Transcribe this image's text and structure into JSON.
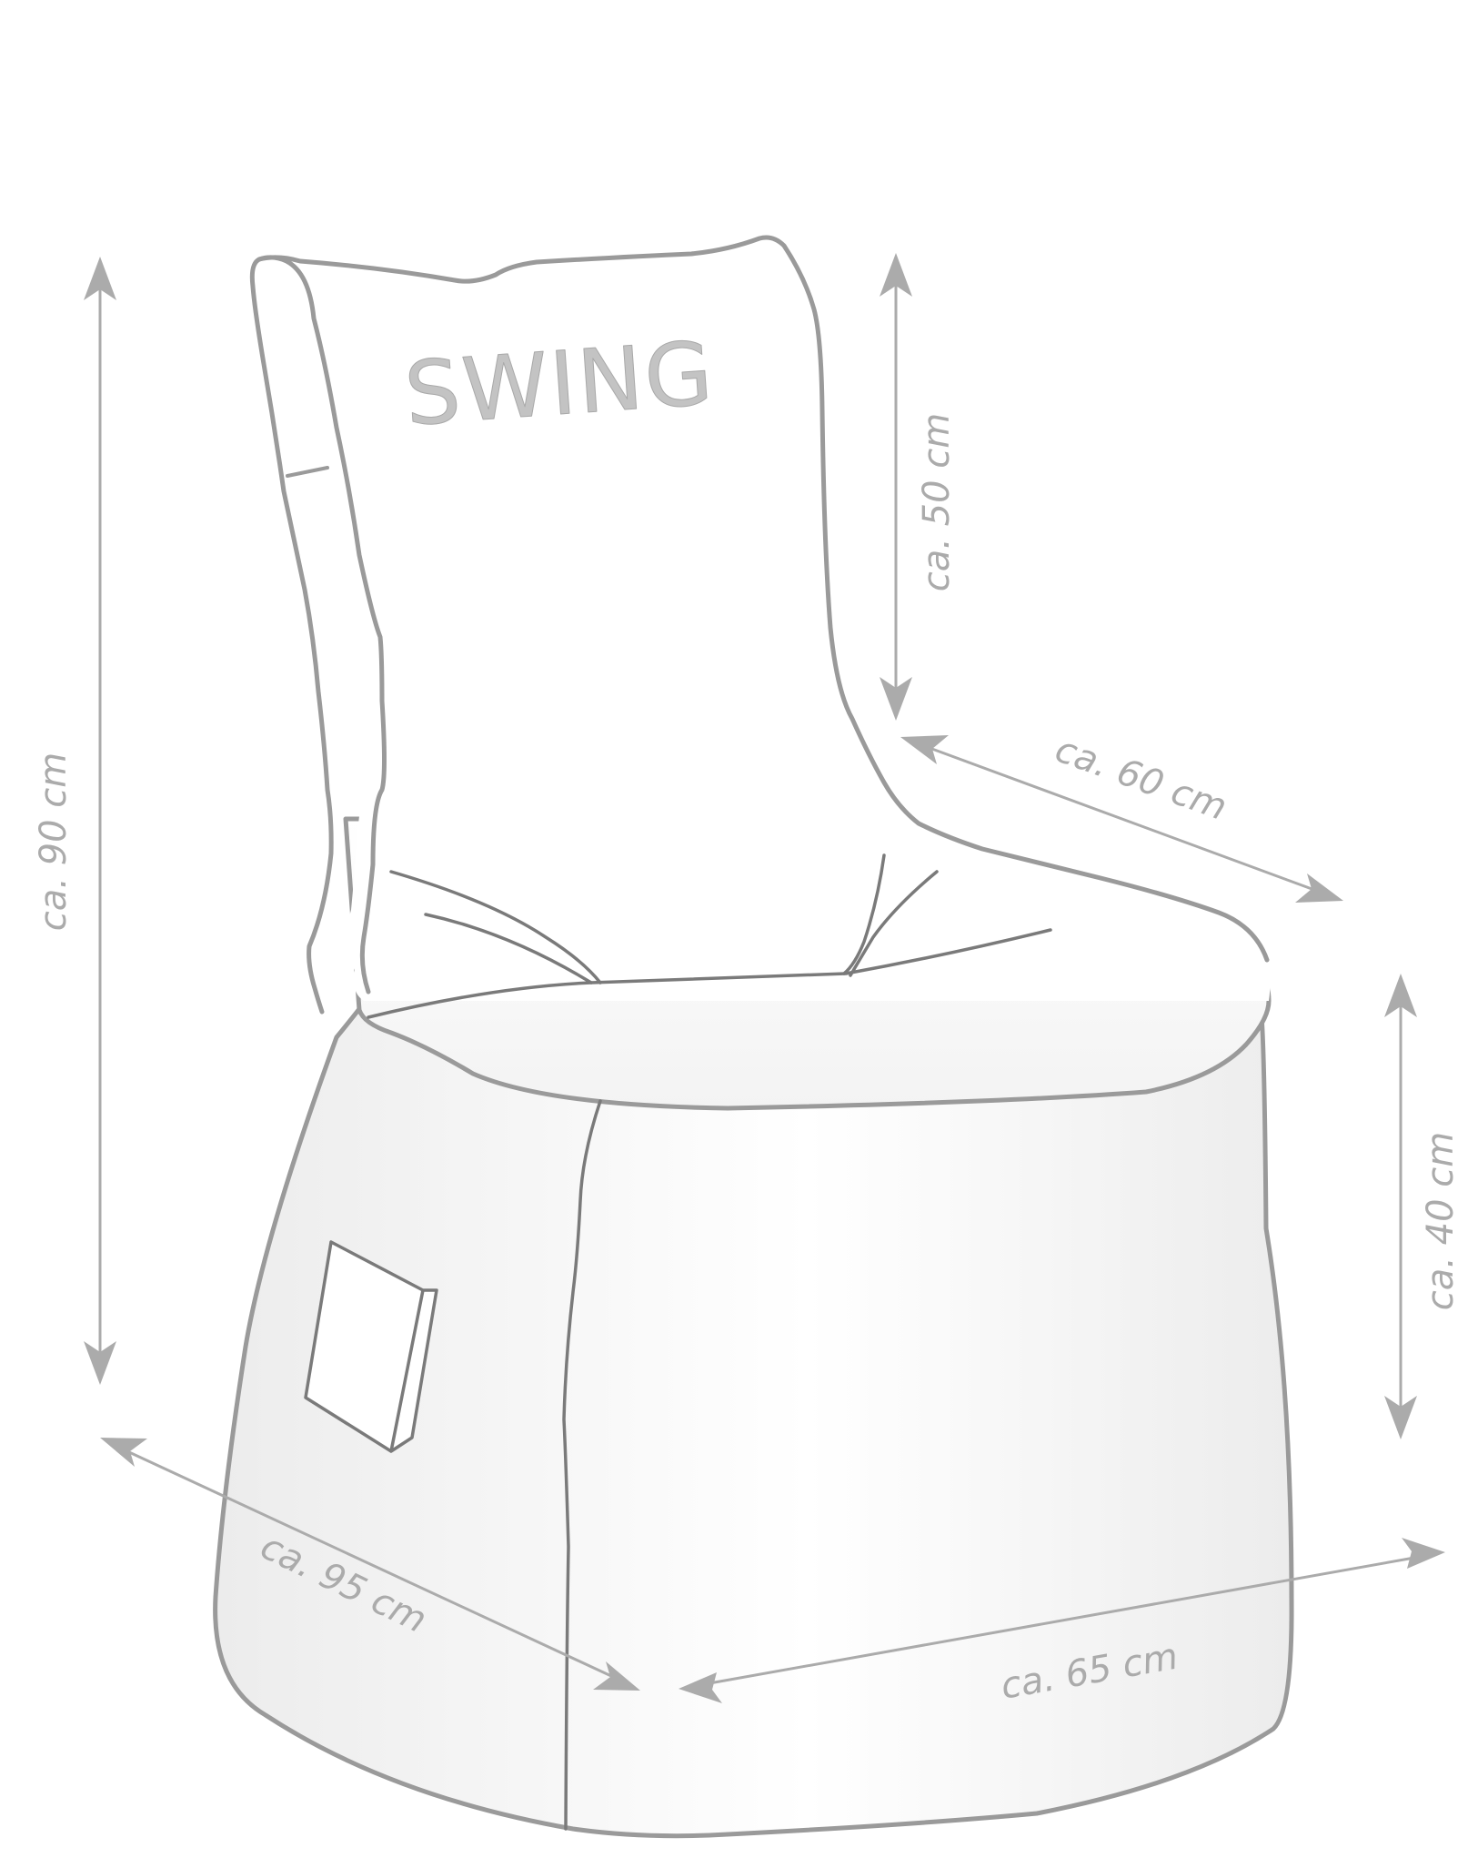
{
  "product": {
    "brand_label": "SWING"
  },
  "dimensions": {
    "total_height": "ca. 90 cm",
    "backrest_height": "ca. 50 cm",
    "seat_depth": "ca. 60 cm",
    "seat_height": "ca. 40 cm",
    "depth": "ca. 95 cm",
    "width": "ca. 65 cm"
  },
  "colors": {
    "outline": "#9a9a9a",
    "dimension": "#ababab",
    "brand_label": "#c3c3c3"
  }
}
